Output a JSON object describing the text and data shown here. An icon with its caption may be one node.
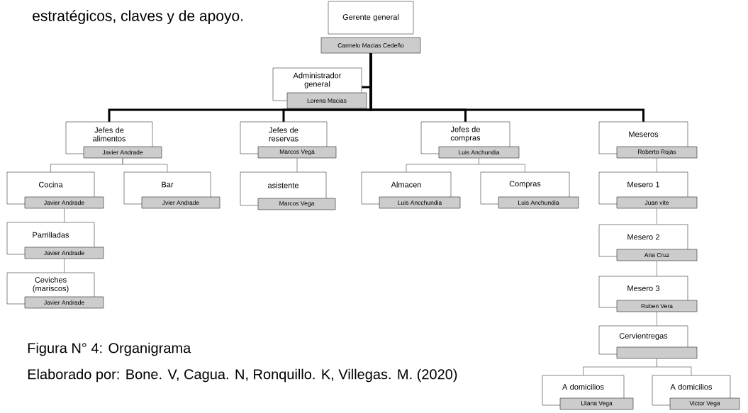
{
  "diagram": {
    "caption": "Figura N° 4: Organigrama",
    "nodes": [
      {
        "text": [
          "Gerente general",
          "Carmelo Macias Cedeño"
        ]
      },
      {
        "text": [
          "Administrador general",
          "Lorena  Macias"
        ]
      },
      {
        "text": [
          "Jefes de alimentos",
          "Javier Andrade"
        ]
      },
      {
        "text": [
          "Jefes de reservas",
          "Marcos  Vega"
        ]
      },
      {
        "text": [
          "Jefes de compras",
          "Luis Anchundia"
        ]
      },
      {
        "text": [
          "Meseros",
          "Roberto Rojas"
        ]
      },
      {
        "text": [
          "Cocina",
          "Javier Andrade"
        ]
      },
      {
        "text": [
          "Bar",
          "Jvier Andrade"
        ]
      },
      {
        "text": [
          "asistente",
          "Marcos  Vega"
        ]
      },
      {
        "text": [
          "Almacen",
          "Luis Ancchundia"
        ]
      },
      {
        "text": [
          "Compras",
          "Luis Anchundia"
        ]
      },
      {
        "text": [
          "Mesero 1",
          "Juan vite"
        ]
      },
      {
        "text": [
          "Parrilladas",
          "Javier Andrade"
        ]
      },
      {
        "text": [
          "Ceviches (mariscos)",
          "Javier Andrade"
        ]
      },
      {
        "text": [
          "Mesero 2",
          "Ana Cruz"
        ]
      },
      {
        "text": [
          "Mesero 3",
          "Ruben Vera"
        ]
      },
      {
        "text": [
          "Cervientregas"
        ]
      },
      {
        "text": [
          "A  domicilios",
          "Lliana Vega"
        ]
      },
      {
        "text": [
          "A  domicilios",
          "Victor Vega"
        ]
      }
    ],
    "edges": [
      {
        "from": 0,
        "to": 1,
        "arrow": "none",
        "style": "thick",
        "color": "#000000"
      },
      {
        "from": 0,
        "to": 2,
        "arrow": "none",
        "style": "thick",
        "color": "#000000"
      },
      {
        "from": 0,
        "to": 3,
        "arrow": "none",
        "style": "thick",
        "color": "#000000"
      },
      {
        "from": 0,
        "to": 4,
        "arrow": "none",
        "style": "thick",
        "color": "#000000"
      },
      {
        "from": 0,
        "to": 5,
        "arrow": "none",
        "style": "thick",
        "color": "#000000"
      },
      {
        "from": 2,
        "to": 6,
        "arrow": "none"
      },
      {
        "from": 2,
        "to": 7,
        "arrow": "none"
      },
      {
        "from": 3,
        "to": 8,
        "arrow": "none"
      },
      {
        "from": 4,
        "to": 9,
        "arrow": "none"
      },
      {
        "from": 4,
        "to": 10,
        "arrow": "none"
      },
      {
        "from": 5,
        "to": 11,
        "arrow": "none"
      },
      {
        "from": 6,
        "to": 12,
        "arrow": "none"
      },
      {
        "from": 12,
        "to": 13,
        "arrow": "none"
      },
      {
        "from": 11,
        "to": 14,
        "arrow": "none"
      },
      {
        "from": 14,
        "to": 15,
        "arrow": "none"
      },
      {
        "from": 15,
        "to": 16,
        "arrow": "none"
      },
      {
        "from": 16,
        "to": 17,
        "arrow": "none"
      },
      {
        "from": 16,
        "to": 18,
        "arrow": "none"
      }
    ],
    "labels": [
      "estratégicos, claves y de apoyo.",
      "Elaborado por: Bone. V, Cagua. N, Ronquillo. K, Villegas. M. (2020)"
    ]
  }
}
